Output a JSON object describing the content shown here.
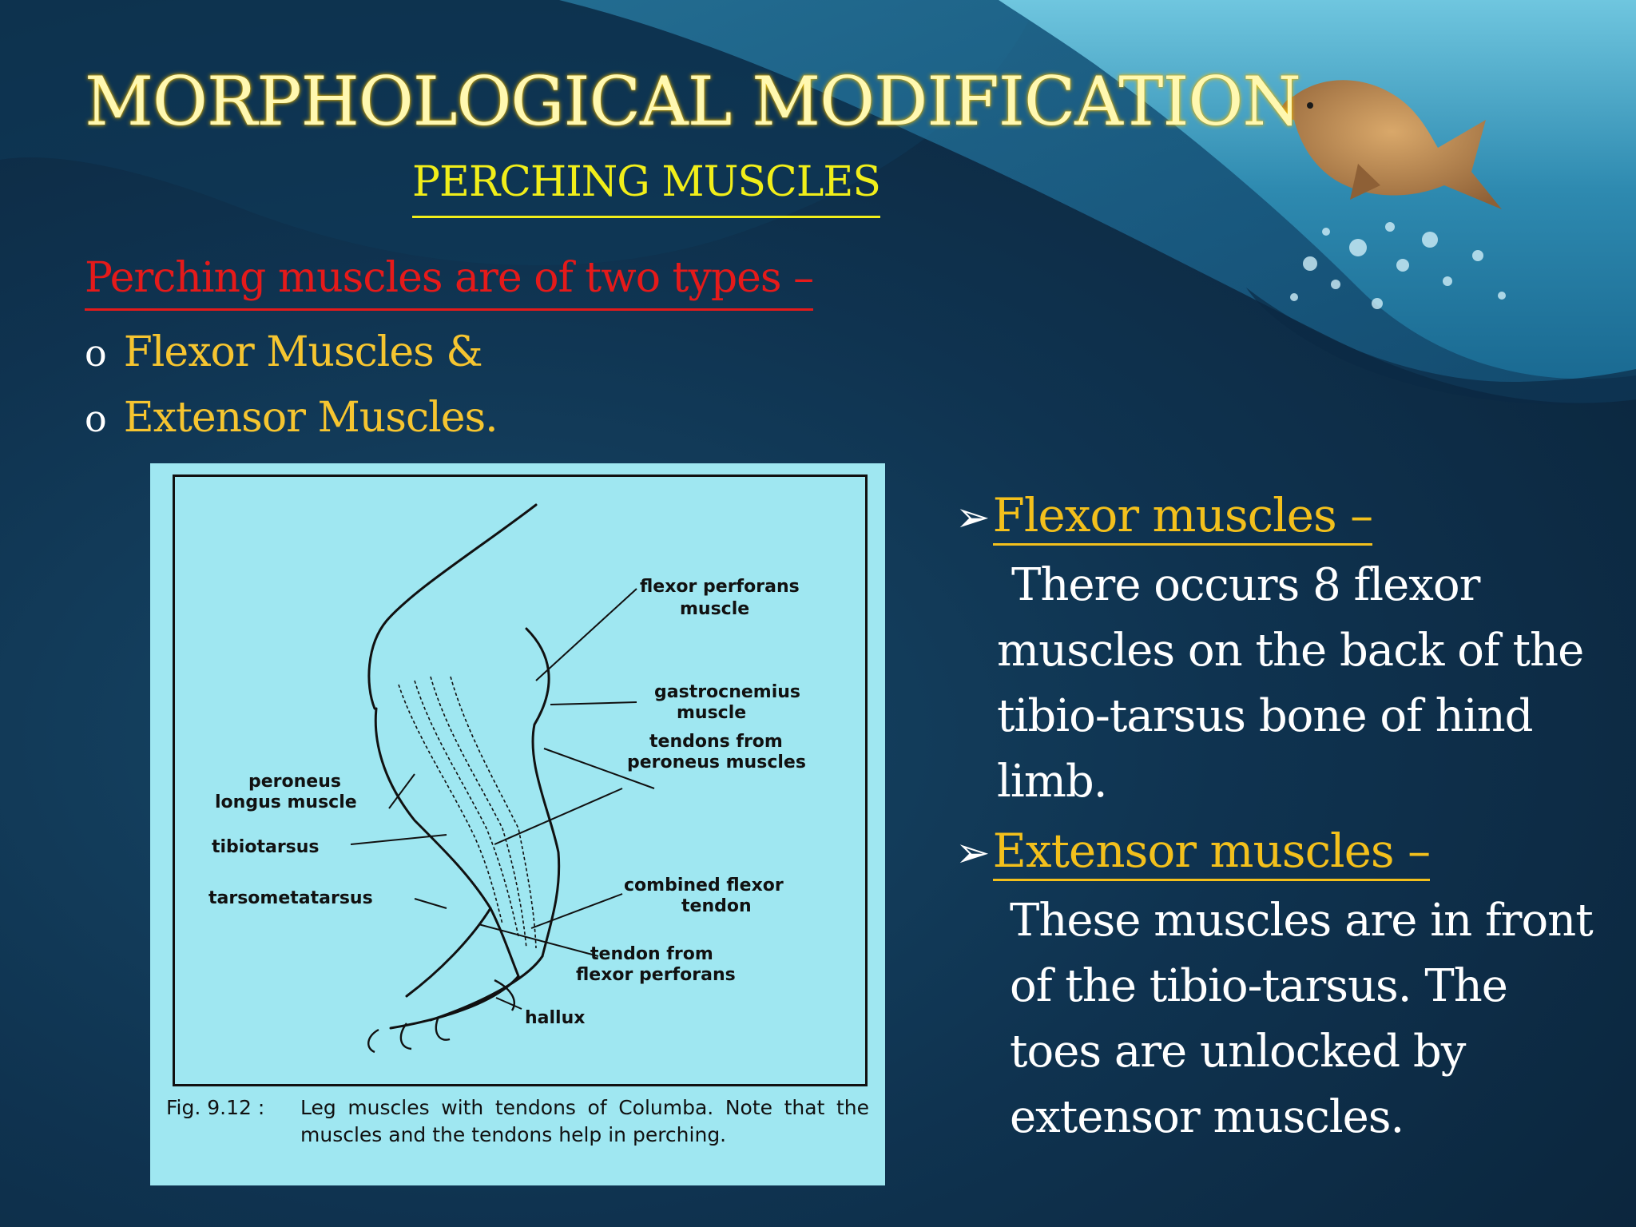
{
  "slide": {
    "title": "MORPHOLOGICAL MODIFICATION",
    "subtitle": "PERCHING MUSCLES",
    "intro": "Perching muscles are of two types –",
    "types": [
      {
        "bullet": "o",
        "label": "Flexor Muscles &"
      },
      {
        "bullet": "o",
        "label": "Extensor Muscles."
      }
    ],
    "points": [
      {
        "arrow": "➢",
        "title": "Flexor muscles –",
        "body": "There occurs 8 flexor muscles on the back of the tibio-tarsus bone of hind limb."
      },
      {
        "arrow": "➢",
        "title": "Extensor muscles –",
        "body": "These muscles are in front of the tibio-tarsus. The toes are unlocked by extensor muscles."
      }
    ]
  },
  "figure": {
    "labels": {
      "flexor_perforans_muscle": [
        "flexor perforans",
        "muscle"
      ],
      "gastrocnemius_muscle": [
        "gastrocnemius",
        "muscle"
      ],
      "tendons_from_peroneus_muscles": [
        "tendons from",
        "peroneus muscles"
      ],
      "peroneus_longus_muscle": [
        "peroneus",
        "longus muscle"
      ],
      "tibiotarsus": "tibiotarsus",
      "tarsometatarsus": "tarsometatarsus",
      "combined_flexor_tendon": [
        "combined flexor",
        "tendon"
      ],
      "tendon_from_flexor_perforans": [
        "tendon from",
        "flexor perforans"
      ],
      "hallux": "hallux"
    },
    "caption_number": "Fig. 9.12 :",
    "caption_text": "Leg muscles with tendons of Columba. Note that the muscles and the tendons help in perching."
  },
  "colors": {
    "title": "#fff8b0",
    "subtitle": "#f1ee1a",
    "intro": "#e51a1a",
    "bullet_text": "#f6c530",
    "point_title": "#f3c01c",
    "body": "#ffffff",
    "figure_background": "#9fe7f1"
  }
}
